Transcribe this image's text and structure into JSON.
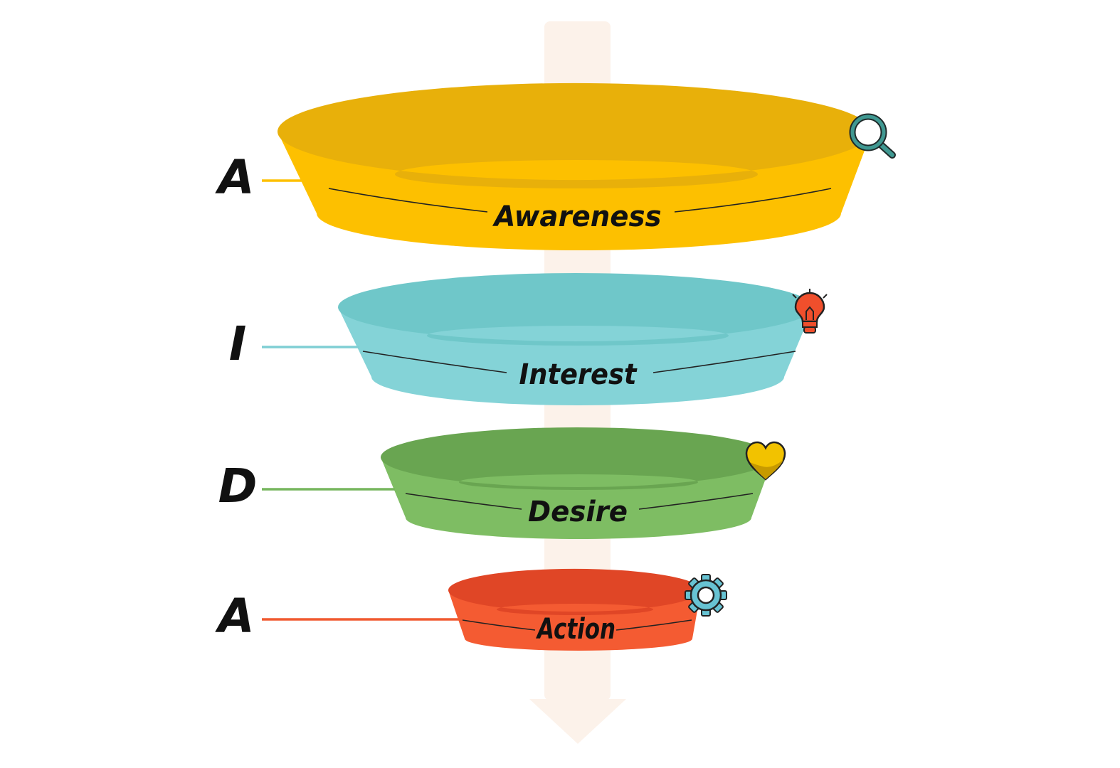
{
  "stages": [
    {
      "letter": "A",
      "title": "Awareness",
      "icon": "magnifier-icon",
      "colors": {
        "top": "#e8b00a",
        "band": "#fdc000",
        "line": "#fdc000"
      }
    },
    {
      "letter": "I",
      "title": "Interest",
      "icon": "lightbulb-icon",
      "colors": {
        "top": "#6fc7c9",
        "band": "#84d3d7",
        "line": "#7fcfd4"
      }
    },
    {
      "letter": "D",
      "title": "Desire",
      "icon": "heart-icon",
      "colors": {
        "top": "#69a551",
        "band": "#7ebd63",
        "line": "#76b65d"
      }
    },
    {
      "letter": "A",
      "title": "Action",
      "icon": "gear-icon",
      "colors": {
        "top": "#e04626",
        "band": "#f45b32",
        "line": "#f05a30"
      }
    }
  ],
  "arrow_color": "#fcf2ea"
}
